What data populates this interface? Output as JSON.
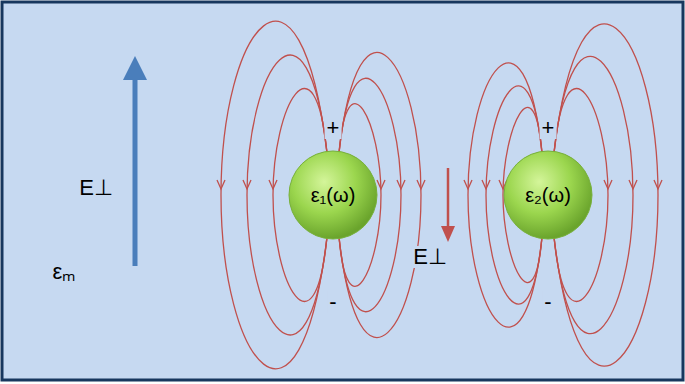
{
  "diagram": {
    "nodes": [
      {
        "text": [
          "ε₁(ω)"
        ]
      },
      {
        "text": [
          "ε₂(ω)"
        ]
      }
    ],
    "labels": [
      "E⊥",
      "εₘ",
      "+",
      "-",
      "E⊥",
      "+",
      "-"
    ]
  }
}
